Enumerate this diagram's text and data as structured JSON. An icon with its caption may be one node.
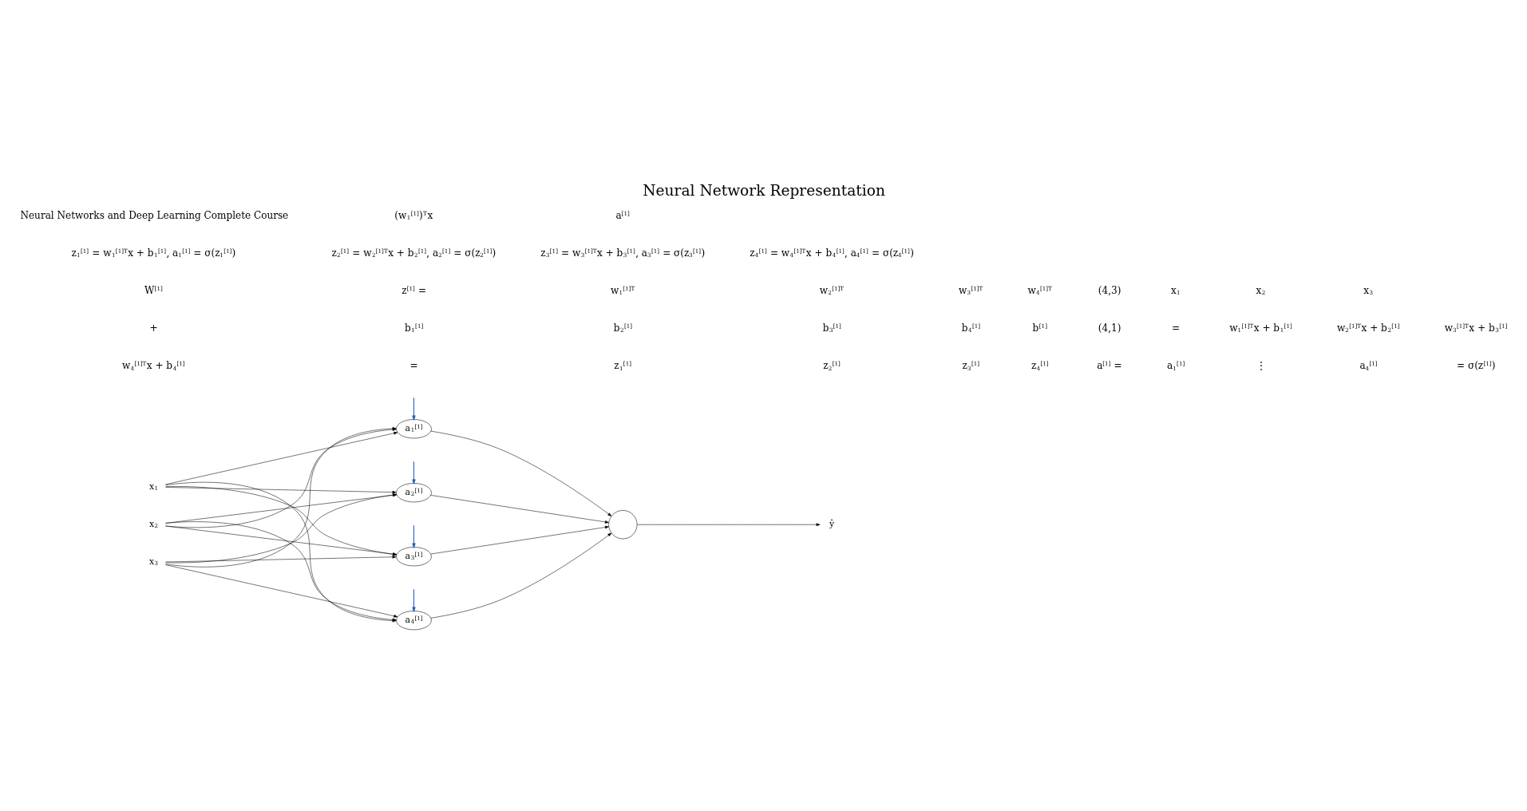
{
  "diagram": {
    "title": "Neural Network Representation",
    "nodes": [
      {
        "text": [
          "x$_{1}$"
        ]
      },
      {
        "text": [
          "x$_{2}$"
        ]
      },
      {
        "text": [
          "x$_{3}$"
        ]
      },
      {
        "text": [
          "a$_{1}$$^{[1]}$"
        ]
      },
      {
        "text": [
          "a$_{2}$$^{[1]}$"
        ]
      },
      {
        "text": [
          "a$_{3}$$^{[1]}$"
        ]
      },
      {
        "text": [
          "a$_{4}$$^{[1]}$"
        ]
      },
      {
        "text": [],
        "shape": "circle"
      },
      {
        "text": [
          "ŷ"
        ]
      }
    ],
    "edges": [
      {
        "from": 0,
        "to": 3,
        "arrow": "to"
      },
      {
        "from": 0,
        "to": 4,
        "arrow": "to"
      },
      {
        "from": 0,
        "to": 5,
        "arrow": "to"
      },
      {
        "from": 0,
        "to": 6,
        "arrow": "to"
      },
      {
        "from": 1,
        "to": 3,
        "arrow": "to"
      },
      {
        "from": 1,
        "to": 4,
        "arrow": "to"
      },
      {
        "from": 1,
        "to": 5,
        "arrow": "to"
      },
      {
        "from": 1,
        "to": 6,
        "arrow": "to"
      },
      {
        "from": 2,
        "to": 3,
        "arrow": "to"
      },
      {
        "from": 2,
        "to": 4,
        "arrow": "to"
      },
      {
        "from": 2,
        "to": 5,
        "arrow": "to"
      },
      {
        "from": 2,
        "to": 6,
        "arrow": "to"
      },
      {
        "from": 3,
        "to": 7,
        "arrow": "to"
      },
      {
        "from": 4,
        "to": 7,
        "arrow": "to"
      },
      {
        "from": 5,
        "to": 7,
        "arrow": "to"
      },
      {
        "from": 6,
        "to": 7,
        "arrow": "to"
      },
      {
        "from": 7,
        "to": 8,
        "arrow": "to"
      },
      {
        "from": null,
        "to": 3,
        "arrow": "to",
        "color": "#1f5fbf"
      },
      {
        "from": null,
        "to": 4,
        "arrow": "to",
        "color": "#1f5fbf"
      },
      {
        "from": null,
        "to": 5,
        "arrow": "to",
        "color": "#1f5fbf"
      },
      {
        "from": null,
        "to": 6,
        "arrow": "to",
        "color": "#1f5fbf"
      }
    ],
    "labels": [
      "Neural Networks and Deep Learning Complete Course",
      "(w$_{1}$$^{[1]}$)$^{T}$x",
      "a$^{[1]}$",
      "z$_{1}$$^{[1]}$ = w$_{1}$$^{[1]T}$x + b$_{1}$$^{[1]}$, a$_{1}$$^{[1]}$ = σ(z$_{1}$$^{[1]}$)",
      "z$_{2}$$^{[1]}$ = w$_{2}$$^{[1]T}$x + b$_{2}$$^{[1]}$, a$_{2}$$^{[1]}$ = σ(z$_{2}$$^{[1]}$)",
      "z$_{3}$$^{[1]}$ = w$_{3}$$^{[1]T}$x + b$_{3}$$^{[1]}$, a$_{3}$$^{[1]}$ = σ(z$_{3}$$^{[1]}$)",
      "z$_{4}$$^{[1]}$ = w$_{4}$$^{[1]T}$x + b$_{4}$$^{[1]}$, a$_{4}$$^{[1]}$ = σ(z$_{4}$$^{[1]}$)",
      "W$^{[1]}$",
      "z$^{[1]}$ =",
      "w$_{1}$$^{[1]T}$",
      "w$_{2}$$^{[1]T}$",
      "w$_{3}$$^{[1]T}$",
      "w$_{4}$$^{[1]T}$",
      "(4,3)",
      "x$_{1}$",
      "x$_{2}$",
      "x$_{3}$",
      "+",
      "b$_{1}$$^{[1]}$",
      "b$_{2}$$^{[1]}$",
      "b$_{3}$$^{[1]}$",
      "b$_{4}$$^{[1]}$",
      "b$^{[1]}$",
      "(4,1)",
      "=",
      "w$_{1}$$^{[1]T}$x + b$_{1}$$^{[1]}$",
      "w$_{2}$$^{[1]T}$x + b$_{2}$$^{[1]}$",
      "w$_{3}$$^{[1]T}$x + b$_{3}$$^{[1]}$",
      "w$_{4}$$^{[1]T}$x + b$_{4}$$^{[1]}$",
      "=",
      "z$_{1}$$^{[1]}$",
      "z$_{2}$$^{[1]}$",
      "z$_{3}$$^{[1]}$",
      "z$_{4}$$^{[1]}$",
      "a$^{[1]}$ =",
      "a$_{1}$$^{[1]}$",
      "⋮",
      "a$_{4}$$^{[1]}$",
      "= σ(z$^{[1]}$)"
    ]
  }
}
